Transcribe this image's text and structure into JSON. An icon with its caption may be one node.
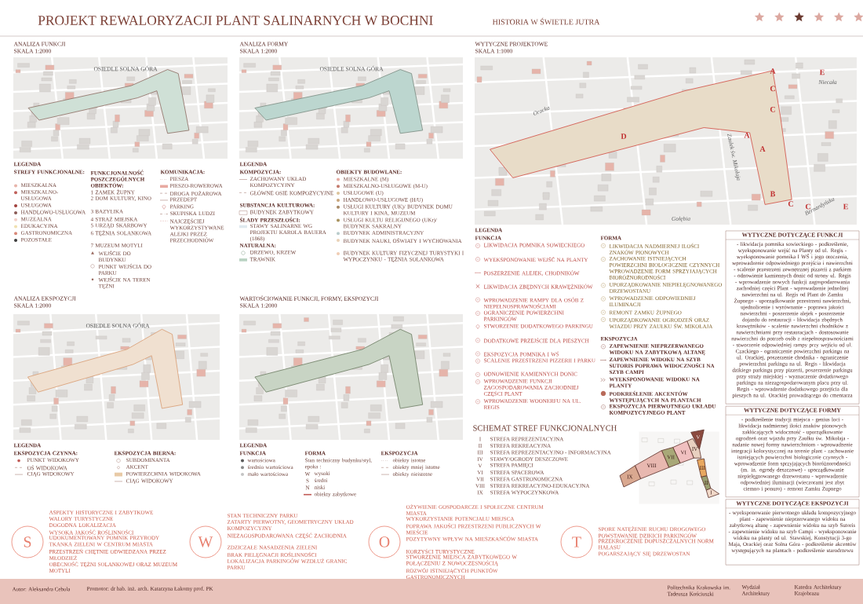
{
  "diagram": {
    "title": "PROJEKT REWALORYZACJI PLANT SALINARNYCH W BOCHNI",
    "nodes": [
      {
        "text": [
          "WYTYCZNE DOTYCZĄCE FUNKCJI",
          "- likwidacja pomnika sowieckiego - podkreślenie, wyeksponowanie wejść na Planty od ul. Regis - wyeksponowanie pomnika I WŚ i jego otoczenia, wprowadzenie odpowiedniego przejścia i nawierzchni - scalenie przestrzeni zewnętrznej pizzerii z parkiem - odnowienie kamiennych donic od strony ul. Regis - wprowadzenie nowych funkcji zagospodarowania zachodniej części Plant - wprowadzenie jednolitej nawierzchni na ul. Regis od Plant do Zamku Żupnego - uporządkowanie przestrzeni nawierzchni, ujednolicenie i wyrównanie - poprawa jakości nawierzchni - poszerzenie alejek - poszerzenie dojazdu do restauracji - likwidacja zbędnych krawężników - scalenie nawierzchni chodników z nawierzchniami przy restauracjach - dostosowanie nawierzchni do potrzeb osób z niepełnosprawnościami - stworzenie odpowiedniej rampy przy wejściu od ul. Czackiego - ograniczenie powierzchni parkingu na ul. Orackiej, poszerzenie chodnika - ograniczenie powierzchni parkingu na ul. Regis - likwidacja dzikiego parkingu przy pizzerii, poszerzenie parkingu przy straży miejskiej - wyznaczenie dodatkowego parkingu na niezagospodarowanym placu przy ul. Regis - wprowadzenie dodatkowego przejścia dla pieszych na ul. Orackiej prowadzącego do cmentarza"
        ]
      },
      {
        "text": [
          "WYTYCZNE DOTYCZĄCE FORMY",
          "- podkreślenie tradycji miejsca - genius loci - likwidacja nadmiernej ilości znaków pionowych zakłócających widoczność - uporządkowanie ogrodzeń oraz wjazdu przy Zaułku św. Mikołaja - nadanie nowej formy nawierzchniom - wprowadzenie integracji kolorystycznej na terenie plant - zachowanie istniejących powierzchni biologicznie czynnych - wprowadzenie form sprzyjających bioróżnorodności (m. in. ogrody deszczowe) - uporządkowanie niepielęgnowanego drzewostanu - wprowadzenie odpowiedniej iluminacji (wieczorami jest zbyt ciemno i ponuro) - remont Zamku Żupnego"
        ]
      },
      {
        "text": [
          "WYTYCZNE DOTYCZĄCE EKSPOZYCJI",
          "- wyeksponowanie pierwotnego układu kompozycyjnego plant - zapewnienie nieprzerwanego widoku na zabytkową altanę - zapewnienie widoku na szyb Sutoris - zapewnienie widoku na szyb Campi - wyeksponowanie widoku na planty od ul. Stawskiej, Konstytucji 3-go Maja, Orackiej oraz Solna Góra - podkreślenie akcentów występujących na plantach - podkreślenie starodrzewu"
        ]
      },
      {
        "text": [
          "I"
        ]
      },
      {
        "text": [
          "II"
        ]
      },
      {
        "text": [
          "III"
        ]
      },
      {
        "text": [
          "IV"
        ]
      },
      {
        "text": [
          "V"
        ]
      },
      {
        "text": [
          "VI"
        ]
      },
      {
        "text": [
          "VII"
        ]
      },
      {
        "text": [
          "VIII"
        ]
      },
      {
        "text": [
          "IX"
        ]
      },
      {
        "text": [
          "S"
        ],
        "beside": [
          "ASPEKTY HISTORYCZNE I ZABYTKOWE",
          "WALORY TURYSTYCZNE",
          "DOGODNA LOKALIZACJA",
          "WYSOKA JAKOŚĆ ROŚLINNOŚCI",
          "UDOKUMENTOWANY POMNIK PRZYRODY",
          "TKANKA ZIELENI W CENTRUM MIASTA",
          "PRZESTRZEŃ CHĘTNIE ODWIEDZANA PRZEZ MŁODZIEŻ",
          "OBECNOŚĆ TĘŻNI SOLANKOWEJ ORAZ MUZEUM MOTYLI"
        ]
      },
      {
        "text": [
          "W"
        ],
        "beside": [
          "STAN TECHNICZNY PARKU",
          "ZATARTY PIERWOTNY, GEOMETRYCZNY UKŁAD KOMPOZYCYJNY",
          "NIEZAGOSPODAROWANA CZĘŚĆ ZACHODNIA",
          "ZDZICZAŁE NASADZENIA ZIELENI",
          "BRAK PIELĘGNACJI ROŚLINNOŚCI",
          "LOKALIZACJA PARKINGÓW WZDŁUŻ GRANIC PARKU"
        ]
      },
      {
        "text": [
          "O"
        ],
        "beside": [
          "OŻYWIENIE GOSPODARCZE I SPOŁECZNE CENTRUM MIASTA",
          "WYKORZYSTANIE POTENCJAŁU MIEJSCA",
          "POPRAWA JAKOŚCI PRZESTRZENI PUBLICZNYCH W MIEŚCIE",
          "POZYTYWNY WPŁYW NA MIESZKAŃCÓW MIASTA",
          "KORZYŚCI TURYSTYCZNE",
          "STWORZENIE MIEJSCA ZABYTKOWEGO W POŁĄCZENIU Z NOWOCZESNOŚCIĄ",
          "ROZWÓJ ISTNIEJĄCYCH PUNKTÓW GASTRONOMICZNYCH"
        ]
      },
      {
        "text": [
          "T"
        ],
        "beside": [
          "SPORE NATĘŻENIE RUCHU DROGOWEGO",
          "POWSTAWANIE DZIKICH PARKINGÓW",
          "PRZEKROCZENIE DOPUSZCZALNYCH NORM HAŁASU",
          "POGARSZAJĄCY SIĘ DRZEWOSTAN"
        ]
      }
    ],
    "labels": [
      "HISTORIA W ŚWIETLE JUTRA",
      "ANALIZA FUNKCJI",
      "SKALA 1:2000",
      "ANALIZA FORMY",
      "SKALA 1:2000",
      "WYTYCZNE PROJEKTOWE",
      "SKALA 1:1000",
      "OSIEDLE SOLNA GÓRA",
      "OSIEDLE SOLNA GÓRA",
      "A",
      "E",
      "C",
      "C",
      "D",
      "A",
      "A",
      "B",
      "C",
      "C",
      "E",
      "Oracka",
      "Niecała",
      "Zaułek św. Mikołaja",
      "Bernardyńska",
      "Gołębia",
      "LEGENDA",
      "STREFY FUNKCJONALNE:",
      "FUNKCJONALNOŚĆ POSZCZEGÓLNYCH OBIEKTÓW:",
      "1 ZAMEK ŻUPNY",
      "2 DOM KULTURY, KINO",
      "3 BAZYLIKA",
      "4 STRAŻ MIEJSKA",
      "5 URZĄD SKARBOWY",
      "6 TĘŻNIA SOLANKOWA",
      "7 MUZEUM MOTYLI",
      "KOMUNIKACJA:",
      "LEGENDA",
      "KOMPOZYCJA:",
      "SUBSTANCJA KULTUROWA:",
      "ŚLADY PRZESZŁOŚCI:",
      "NATURALNA:",
      "OBIEKTY BUDOWLANE:",
      "LEGENDA",
      "FUNKCJA",
      "FORMA",
      "EKSPOZYCJA",
      "ANALIZA EKSPOZYCJI",
      "SKALA 1:2000",
      "WARTOŚCIOWANIE FUNKCJI, FORMY, EKSPOZYCJI",
      "SKALA 1:2000",
      "OSIEDLE SOLNA GÓRA",
      "LEGENDA",
      "EKSPOZYCJA CZYNNA:",
      "EKSPOZYCJA BIERNA:",
      "LEGENDA",
      "FUNKCJA",
      "FORMA",
      "Stan techniczny budynku/styl, epoka :",
      "EKSPOZYCJA",
      "SCHEMAT STREF FUNKCJONALNYCH",
      "I",
      "II",
      "III",
      "IV",
      "V",
      "VI",
      "VII",
      "VIII",
      "IX",
      "STREFA REPREZENTACYJNA",
      "STREFA REKREACYJNA",
      "STREFA REPREZENTACYJNO - INFORMACYJNA",
      "STAWY/OGRODY DESZCZOWE",
      "STREFA PAMIĘCI",
      "STREFA SPACEROWA",
      "STREFA GASTRONOMICZNA",
      "STREFA REKREACYJNO-EDUKACYJNA",
      "STREFA WYPOCZYNKOWA",
      "Autor: Aleksandra Cebula",
      "Promotor: dr hab. inż. arch. Katarzyna Łakomy prof. PK",
      "Politechnika Krakowska im. Tadeusza Kościuszki",
      "Wydział Architektury",
      "Katedra Architektury Krajobrazu",
      "W",
      "S",
      "N"
    ],
    "legend": [
      {
        "text": "MIESZKALNA",
        "color": "#e8b4aa"
      },
      {
        "text": "MIESZKALNO-USŁUGOWA",
        "color": "#c0605a"
      },
      {
        "text": "USŁUGOWA",
        "color": "#a0403c"
      },
      {
        "text": "HANDLOWO-USŁUGOWA",
        "color": "#8a5a55"
      },
      {
        "text": "MUZEALNA",
        "color": "#f2d0c8"
      },
      {
        "text": "EDUKACYJNA",
        "color": "#f0e0b0"
      },
      {
        "text": "GASTRONOMICZNA",
        "color": "#d88878"
      },
      {
        "text": "POZOSTAŁE",
        "color": "#3c3c3c"
      },
      {
        "text": "WEJŚCIE DO BUDYNKU"
      },
      {
        "text": "PUNKT WEJŚCIA DO PARKU"
      },
      {
        "text": "WEJŚCIE NA TEREN TĘŻNI"
      },
      {
        "text": "PIESZA"
      },
      {
        "text": "PIESZO-ROWEROWA",
        "color": "#e8aaa2"
      },
      {
        "text": "DROGA POŻAROWA"
      },
      {
        "text": "PRZEDEPT"
      },
      {
        "text": "PARKING"
      },
      {
        "text": "SKUPISKA LUDZI"
      },
      {
        "text": "NAJCZĘŚCIEJ WYKORZYSTYWANE ALEJKI PRZEZ PRZECHODNIÓW"
      },
      {
        "text": "ZACHOWANY UKŁAD KOMPOZYCYJNY"
      },
      {
        "text": "GŁÓWNE OSIE KOMPOZYCYJNE"
      },
      {
        "text": "BUDYNEK ZABYTKOWY"
      },
      {
        "text": "STAWY SALINARNE WG PROJEKTU KAROLA BAUERA (1868)",
        "color": "#dfe9ee"
      },
      {
        "text": "DRZEWO, KRZEW"
      },
      {
        "text": "TRAWNIK",
        "color": "#b9d2c2"
      },
      {
        "text": "MIESZKALNE (M)",
        "color": "#e6aaa2"
      },
      {
        "text": "MIESZKALNO-USŁUGOWE (M-U)",
        "color": "#c47a6c"
      },
      {
        "text": "USŁUGOWE (U)",
        "color": "#dcc49c"
      },
      {
        "text": "HANDLOWO-USŁUGOWE (H/U)",
        "color": "#c8a47a"
      },
      {
        "text": "USŁUGI KULTURY (UK)/ BUDYNEK DOMU KULTURY I KINA, MUZEUM",
        "color": "#a88a68"
      },
      {
        "text": "USŁUGI KULTU RELIGIJNEGO (UKr)/ BUDYNEK SAKRALNY",
        "color": "#a8925e"
      },
      {
        "text": "BUDYNEK ADMINISTRACYJNY",
        "color": "#b9cccc"
      },
      {
        "text": "BUDYNEK NAUKI, OŚWIATY I WYCHOWANIA",
        "color": "#ead2b8"
      },
      {
        "text": "BUDYNEK KULTURY FIZYCZNEJ TURYSTYKI I WYPOCZYNKU - TĘŻNIA SOLANKOWA",
        "color": "#f0cdb4"
      },
      {
        "text": "LIKWIDACJA POMNIKA SOWIECKIEGO"
      },
      {
        "text": "WYEKSPONOWANIE WEJŚĆ NA PLANTY"
      },
      {
        "text": "POSZERZENIE ALEJEK, CHODNIKÓW"
      },
      {
        "text": "LIKWIDACJA ZBĘDNYCH KRAWĘŻNIKÓW"
      },
      {
        "text": "WPROWADZENIE RAMPY DLA OSÓB Z NIEPEŁNOSPRAWNOŚCIAMI"
      },
      {
        "text": "OGRANICZENIE POWIERZCHNI PARKINGÓW"
      },
      {
        "text": "STWORZENIE DODATKOWEGO PARKINGU"
      },
      {
        "text": "DODATKOWE PRZEJŚCIE DLA PIESZYCH"
      },
      {
        "text": "EKSPOZYCJA POMNIKA I WŚ"
      },
      {
        "text": "SCALENIE PRZESTRZENI PIZZERII I PARKU"
      },
      {
        "text": "ODNOWIENIE KAMIENNYCH DONIC"
      },
      {
        "text": "WPROWADZENIE FUNKCJI ZAGOSPODAROWANIA ZACHODNIEJ CZĘŚCI PLANT"
      },
      {
        "text": "WPROWADZENIE WOONERFU NA UL. REGIS"
      },
      {
        "text": "LIKWIDACJA NADMIERNEJ ILOŚCI ZNAKÓW PIONOWYCH"
      },
      {
        "text": "ZACHOWANIE ISTNIEJĄCYCH POWIERZCHNI BIOLOGICZNIE CZYNNYCH WPROWADZENIE FORM SPRZYJAJĄCYCH BIORÓŻNORODNOŚCI"
      },
      {
        "text": "UPORZĄDKOWANIE NIEPIELĘGNOWANEGO DRZEWOSTANU"
      },
      {
        "text": "WPROWADZENIE ODPOWIEDNIEJ ILUMINACJI"
      },
      {
        "text": "REMONT ZAMKU ŻUPNEGO"
      },
      {
        "text": "UPORZĄDKOWANIE OGRODZEŃ ORAZ WJAZDU PRZY ZAUŁKU ŚW. MIKOŁAJA"
      },
      {
        "text": "ZAPEWNIENIE NIEPRZERWANEGO WIDOKU NA ZABYTKOWĄ ALTANĘ"
      },
      {
        "text": "ZAPEWNIENIE WIDOKU NA SZYB SUTORIS POPRAWA WIDOCZNOŚCI NA SZYB CAMPI"
      },
      {
        "text": "WYEKSPONOWANIE WIDOKU NA PLANTY"
      },
      {
        "text": "PODKREŚLENIE AKCENTÓW WYSTĘPUJĄCYCH NA PLANTACH",
        "color": "#b86a5a"
      },
      {
        "text": "EKSPOZYCJA PIERWOTNEGO UKŁADU KOMPOZYCYJNEGO PLANT"
      },
      {
        "text": "PUNKT WIDOKOWY"
      },
      {
        "text": "OŚ WIDOKOWA"
      },
      {
        "text": "CIĄG WIDOKOWY"
      },
      {
        "text": "SUBDOMINANTA"
      },
      {
        "text": "AKCENT"
      },
      {
        "text": "POWIERZCHNIA WIDOKOWA",
        "color": "#e8caa6"
      },
      {
        "text": "CIĄG WIDOKOWY"
      },
      {
        "text": "wartościowa",
        "color": "#5a5a5a"
      },
      {
        "text": "średnio wartościowa",
        "color": "#8a8a8a"
      },
      {
        "text": "mało wartościowa",
        "color": "#c4c4c4"
      },
      {
        "text": "wysoki"
      },
      {
        "text": "średni"
      },
      {
        "text": "niski"
      },
      {
        "text": "obiekty istotne"
      },
      {
        "text": "obiekty mniej istotne"
      },
      {
        "text": "obiekty nieistotne"
      },
      {
        "text": "obiekty zabytkowe"
      }
    ]
  }
}
